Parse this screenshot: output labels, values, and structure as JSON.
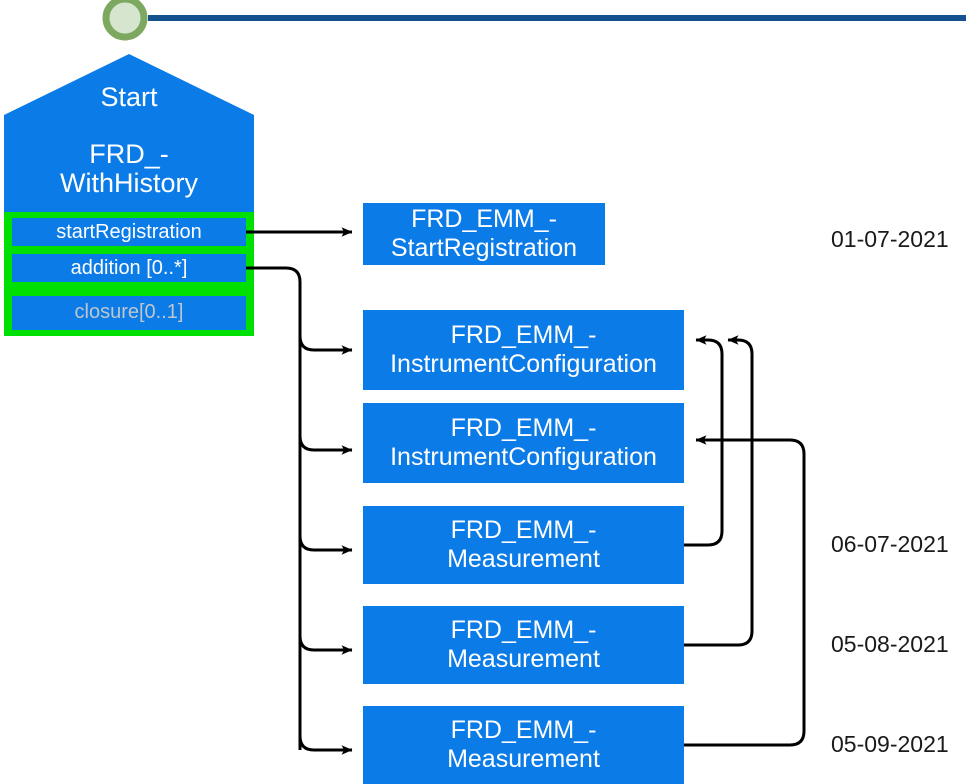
{
  "diagram": {
    "title_node": {
      "header": "Start",
      "name": "FRD_-\nWithHistory"
    },
    "ports": [
      {
        "label": "startRegistration",
        "state": "active"
      },
      {
        "label": "addition [0..*]",
        "state": "active"
      },
      {
        "label": "closure[0..1]",
        "state": "disabled"
      }
    ],
    "events": [
      {
        "label": "FRD_EMM_-\nStartRegistration"
      },
      {
        "label": "FRD_EMM_-\nInstrumentConfiguration"
      },
      {
        "label": "FRD_EMM_-\nInstrumentConfiguration"
      },
      {
        "label": "FRD_EMM_-\nMeasurement"
      },
      {
        "label": "FRD_EMM_-\nMeasurement"
      },
      {
        "label": "FRD_EMM_-\nMeasurement"
      }
    ],
    "dates": [
      {
        "value": "01-07-2021"
      },
      {
        "value": "06-07-2021"
      },
      {
        "value": "05-08-2021"
      },
      {
        "value": "05-09-2021"
      }
    ],
    "timeline": {
      "marker_icon": "circle-node-icon",
      "line_icon": "timeline-axis-line"
    },
    "colors": {
      "box_blue": "#0B7BE8",
      "port_frame_green": "#00E000",
      "timeline_blue": "#13518F",
      "marker_stroke": "#7CA860",
      "marker_fill": "#D6E6CE",
      "connector_black": "#000000",
      "disabled_text": "#BFC6CC"
    }
  }
}
